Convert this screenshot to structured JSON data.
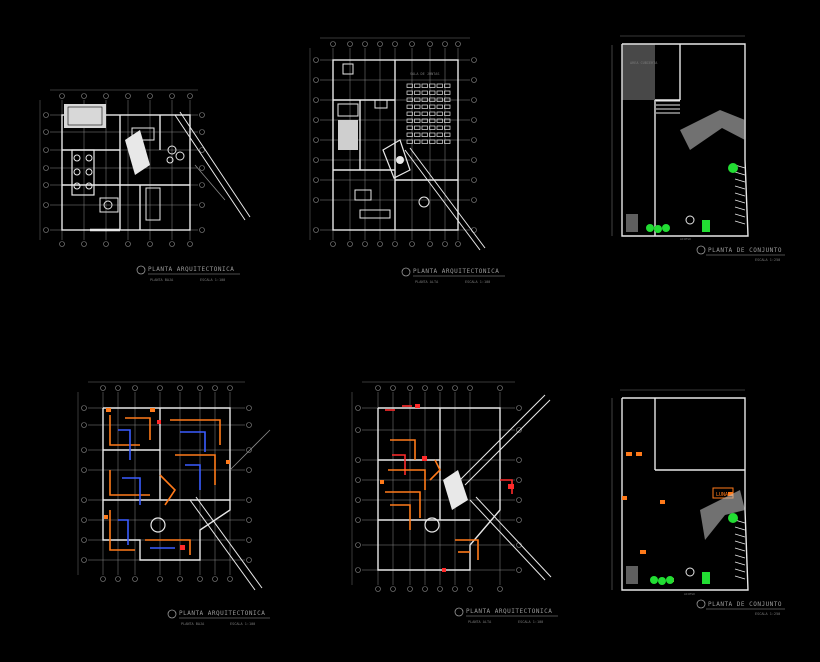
{
  "drawings": [
    {
      "title": "PLANTA ARQUITECTONICA",
      "subtitle": "PLANTA BAJA",
      "scale": "ESCALA 1:100"
    },
    {
      "title": "PLANTA ARQUITECTONICA",
      "subtitle": "PLANTA ALTA",
      "scale": "ESCALA 1:100"
    },
    {
      "title": "PLANTA DE CONJUNTO",
      "subtitle": "",
      "scale": "ESCALA 1:250"
    },
    {
      "title": "PLANTA ARQUITECTONICA",
      "subtitle": "PLANTA BAJA",
      "scale": "ESCALA 1:100"
    },
    {
      "title": "PLANTA ARQUITECTONICA",
      "subtitle": "PLANTA ALTA",
      "scale": "ESCALA 1:100"
    },
    {
      "title": "PLANTA DE CONJUNTO",
      "subtitle": "",
      "scale": "ESCALA 1:250"
    }
  ],
  "labels": {
    "roof_label": "AREA CUBIERTA",
    "upper_room": "SALA DE JUNTAS",
    "site_box": "LUNA",
    "access_1": "ACCESO",
    "access_2": "ACCESO"
  },
  "colors": {
    "background": "#000000",
    "wall": "#e8e8e8",
    "grid": "#8a8a8a",
    "dim": "#6f6f6f",
    "electric_orange": "#ff7a1a",
    "electric_blue": "#3a5cff",
    "electric_red": "#ff2a2a",
    "vegetation": "#22dd33"
  }
}
